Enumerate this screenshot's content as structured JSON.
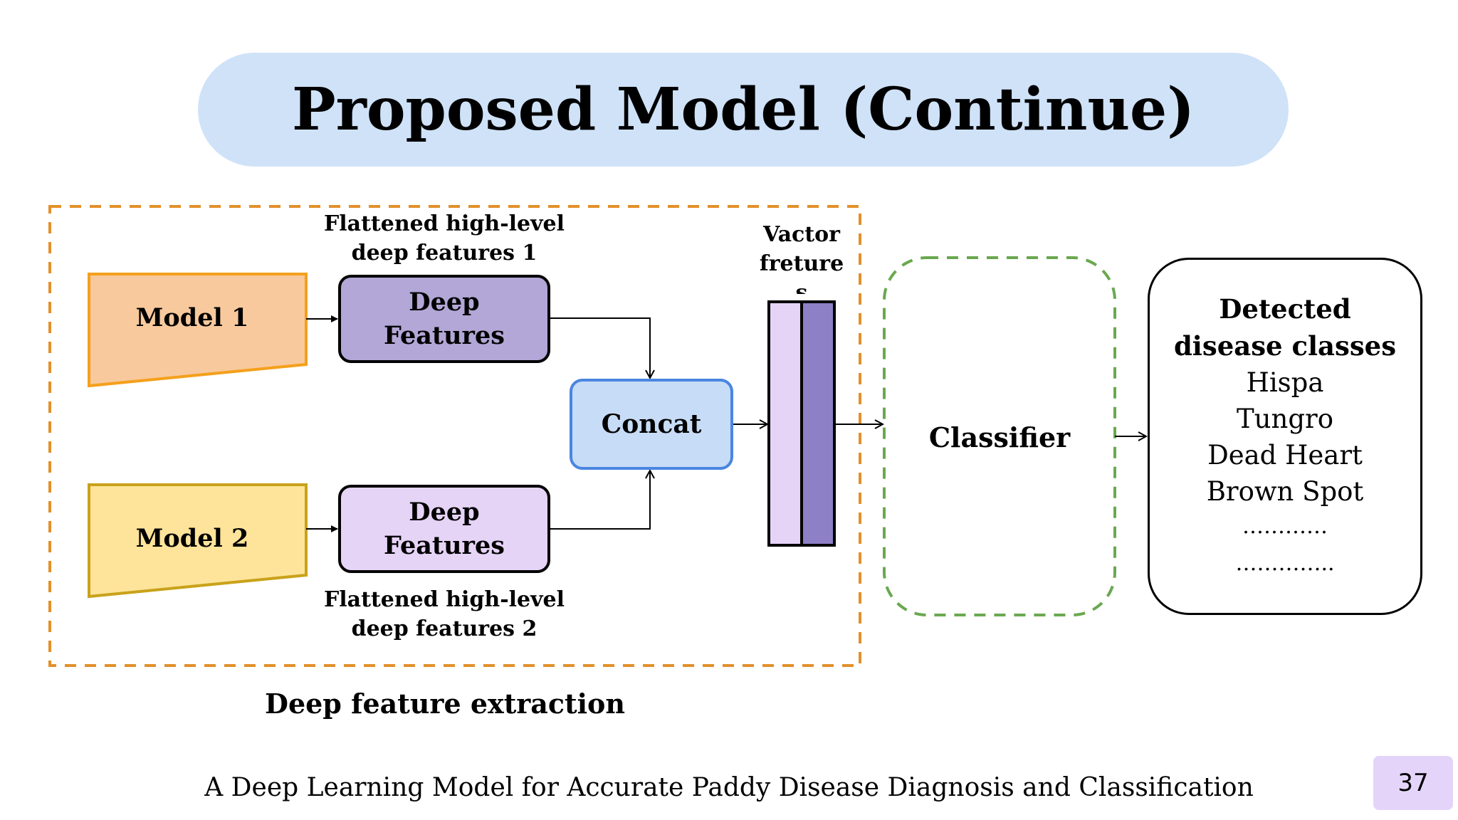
{
  "slide": {
    "title": "Proposed Model (Continue)",
    "footer": "A Deep Learning Model for Accurate Paddy Disease Diagnosis and Classification",
    "page_number": "37"
  },
  "diagram": {
    "model1": "Model 1",
    "model2": "Model 2",
    "deep_features_1": [
      "Deep",
      "Features"
    ],
    "deep_features_2": [
      "Deep",
      "Features"
    ],
    "caption_top": [
      "Flattened high-level",
      "deep features 1"
    ],
    "caption_bottom": [
      "Flattened high-level",
      "deep features 2"
    ],
    "concat": "Concat",
    "vector_label": [
      "Vactor",
      "freture",
      "s"
    ],
    "classifier": "Classifier",
    "group_label": "Deep feature extraction",
    "output": {
      "heading": [
        "Detected",
        "disease classes"
      ],
      "classes": [
        "Hispa",
        "Tungro",
        "Dead Heart",
        "Brown Spot",
        "…………",
        "………….."
      ]
    },
    "colors": {
      "model1_fill": "#f8c99d",
      "model1_stroke": "#f4a01c",
      "model2_fill": "#fde49a",
      "model2_stroke": "#c9a21a",
      "df1_fill": "#b2a7d6",
      "df2_fill": "#e6d4f7",
      "concat_fill": "#c7dcf6",
      "concat_stroke": "#4a86e0",
      "vector_light": "#e6d4f7",
      "vector_dark": "#8e80c6",
      "group_border": "#e2902a",
      "classifier_border": "#6aa84f",
      "title_bg": "#cfe2f8",
      "page_badge": "#e5d4fa"
    }
  }
}
